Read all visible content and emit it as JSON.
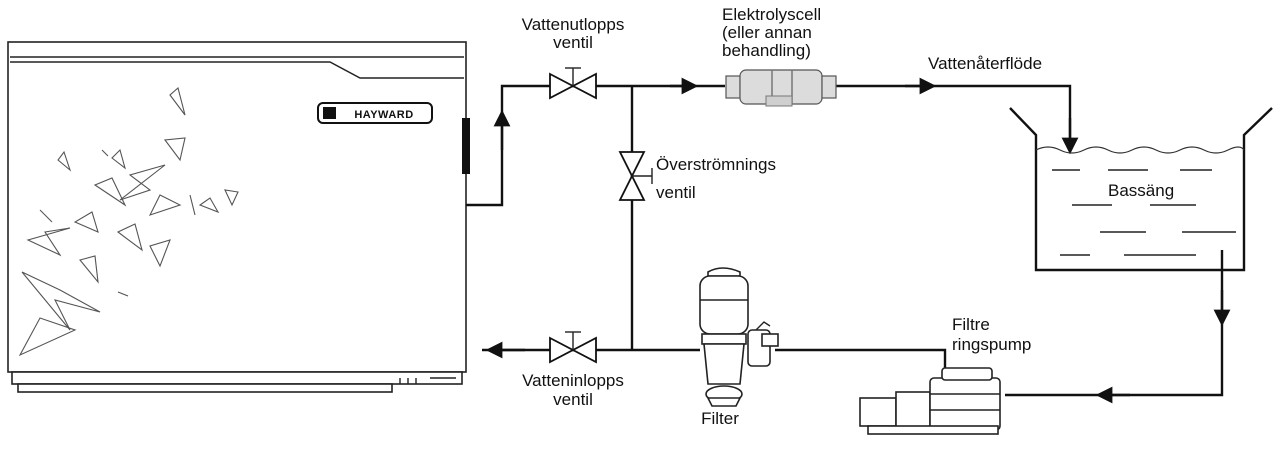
{
  "brand_label": "HAYWARD",
  "labels": {
    "outlet_valve_line1": "Vattenutlopps",
    "outlet_valve_line2": "ventil",
    "cell_line1": "Elektrolyscell",
    "cell_line2": "(eller annan",
    "cell_line3": "behandling)",
    "return_flow": "Vattenåterflöde",
    "bypass_line1": "Överströmnings",
    "bypass_line2": "ventil",
    "pool": "Bassäng",
    "pump_line1": "Filtre",
    "pump_line2": "ringspump",
    "inlet_valve_line1": "Vatteninlopps",
    "inlet_valve_line2": "ventil",
    "filter": "Filter"
  },
  "colors": {
    "line": "#111111",
    "cell_fill": "#dcdcdc",
    "background": "#ffffff"
  }
}
